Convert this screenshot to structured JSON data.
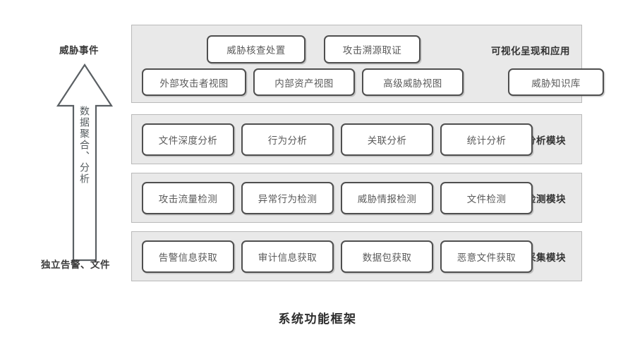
{
  "caption": "系统功能框架",
  "left_flow": {
    "top_label": "威胁事件",
    "bottom_label": "独立告警、文件",
    "arrow_label": "数据聚合、分析",
    "arrow_icon": "up-arrow-icon"
  },
  "colors": {
    "panel_background": "#e9e9e9",
    "panel_border": "#b9b9b9",
    "node_background": "#ffffff",
    "node_border": "#4f4f4f",
    "node_text": "#5a5a5a",
    "title_text": "#333333",
    "caption_text": "#2d2d2d",
    "page_background": "#ffffff"
  },
  "layers": [
    {
      "id": "visualization",
      "title": "可视化呈现和应用",
      "upper_nodes": [
        {
          "label": "威胁核查处置"
        },
        {
          "label": "攻击溯源取证"
        }
      ],
      "lower_nodes": [
        {
          "label": "外部攻击者视图"
        },
        {
          "label": "内部资产视图"
        },
        {
          "label": "高级威胁视图"
        },
        {
          "label": "威胁知识库"
        }
      ]
    },
    {
      "id": "analysis",
      "title": "分析模块",
      "nodes": [
        {
          "label": "文件深度分析"
        },
        {
          "label": "行为分析"
        },
        {
          "label": "关联分析"
        },
        {
          "label": "统计分析"
        }
      ]
    },
    {
      "id": "detection",
      "title": "检测模块",
      "nodes": [
        {
          "label": "攻击流量检测"
        },
        {
          "label": "异常行为检测"
        },
        {
          "label": "威胁情报检测"
        },
        {
          "label": "文件检测"
        }
      ]
    },
    {
      "id": "collection",
      "title": "采集模块",
      "nodes": [
        {
          "label": "告警信息获取"
        },
        {
          "label": "审计信息获取"
        },
        {
          "label": "数据包获取"
        },
        {
          "label": "恶意文件获取"
        }
      ]
    }
  ]
}
